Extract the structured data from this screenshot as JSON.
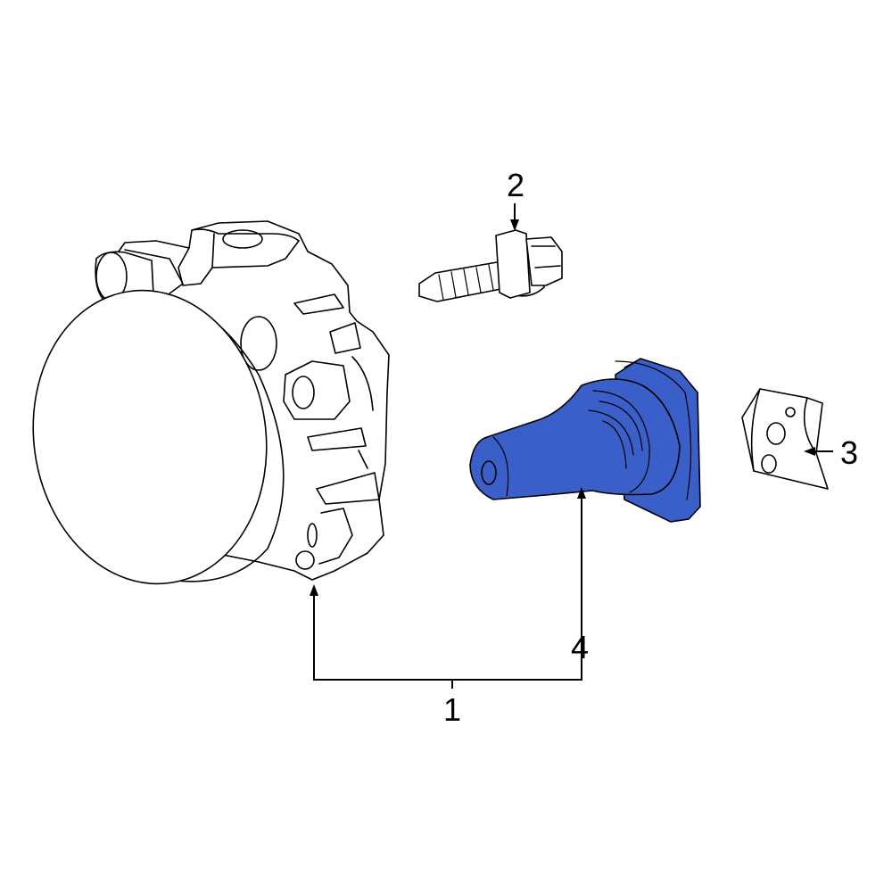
{
  "diagram": {
    "highlight_color": "#3a5fc8",
    "callouts": {
      "c1": "1",
      "c2": "2",
      "c3": "3",
      "c4": "4"
    }
  }
}
